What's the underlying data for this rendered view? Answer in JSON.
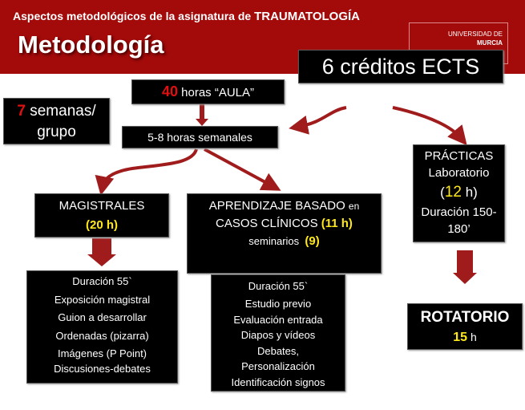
{
  "header": {
    "subtitle": "Aspectos metodológicos de la asignatura de",
    "subject": "TRAUMATOLOGÍA",
    "title": "Metodología",
    "logo_line1": "UNIVERSIDAD DE",
    "logo_line2": "MURCIA"
  },
  "ects": "6 créditos ECTS",
  "aula": {
    "number": "40",
    "text": "horas “AULA”"
  },
  "weeks": {
    "number": "7",
    "text1": "semanas/",
    "text2": "grupo"
  },
  "weekly": "5-8 horas semanales",
  "practicas": {
    "title": "PRÁCTICAS",
    "line1": "Laboratorio",
    "hours_open": "(",
    "hours": "12",
    "hours_close": " h)",
    "duration": "Duración 150-180’"
  },
  "magistrales": {
    "title": "MAGISTRALES",
    "hours": "(20 h)",
    "details": [
      "Duración 55`",
      "Exposición magistral",
      "Guion a desarrollar",
      "Ordenadas (pizarra)",
      "Imágenes (P Point)",
      "Discusiones-debates"
    ]
  },
  "abp": {
    "line1": "APRENDIZAJE BASADO",
    "line1_small": "en",
    "line2": "CASOS CLÍNICOS",
    "hours": "(11 h)",
    "line3": "seminarios",
    "seminars": "(9)",
    "details": [
      "Duración 55`",
      "Estudio previo",
      "Evaluación entrada",
      "Diapos y vídeos",
      "Debates,",
      "Personalización",
      "Identificación signos"
    ]
  },
  "rotatorio": {
    "title": "ROTATORIO",
    "hours": "15",
    "unit": "h"
  },
  "colors": {
    "header": "#a30a0a",
    "arrow": "#a01c1c",
    "highlight_red": "#e01010",
    "highlight_yellow": "#ffe81a"
  }
}
